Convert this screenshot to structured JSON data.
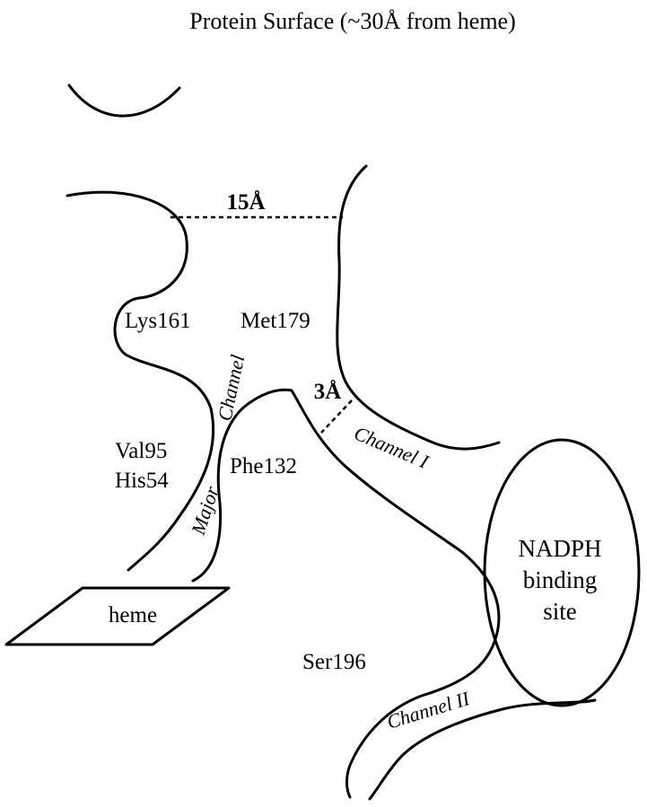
{
  "title": "Protein Surface (~30Å from heme)",
  "labels": {
    "width_15": "15Å",
    "width_3": "3Å",
    "lys161": "Lys161",
    "met179": "Met179",
    "val95": "Val95",
    "his54": "His54",
    "phe132": "Phe132",
    "ser196": "Ser196",
    "heme": "heme",
    "nadph_line1": "NADPH",
    "nadph_line2": "binding",
    "nadph_line3": "site"
  },
  "channels": {
    "major_word1": "Channel",
    "major_word2": "Major",
    "channel_1": "Channel I",
    "channel_2": "Channel II"
  }
}
